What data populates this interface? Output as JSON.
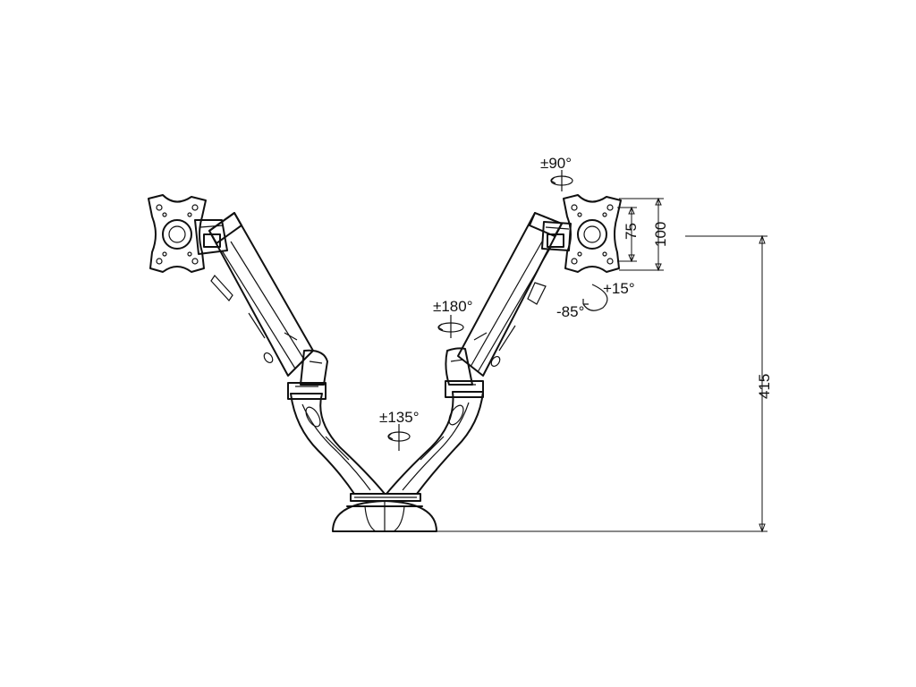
{
  "labels": {
    "rotate_90": "±90°",
    "rotate_180": "±180°",
    "rotate_135": "±135°",
    "tilt_up": "+15°",
    "tilt_down": "-85°",
    "vesa_75": "75",
    "vesa_100": "100",
    "height_415": "415"
  },
  "colors": {
    "line": "#111111",
    "background": "#ffffff"
  }
}
